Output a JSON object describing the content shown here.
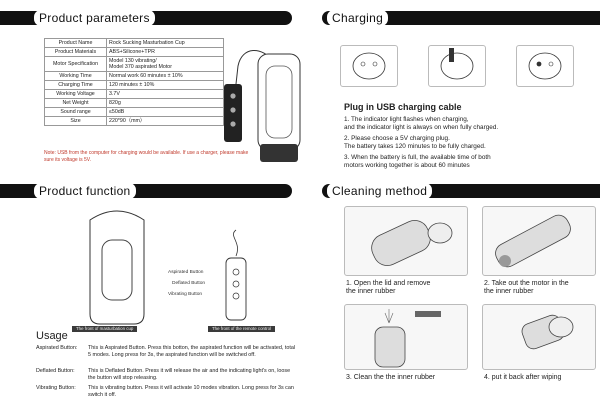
{
  "sections": {
    "params_title": "Product parameters",
    "charging_title": "Charging",
    "function_title": "Product function",
    "cleaning_title": "Cleaning method"
  },
  "params": [
    {
      "k": "Product    Name",
      "v": "Rock Sucking Masturbation Cup"
    },
    {
      "k": "Product  Materials",
      "v": "ABS+Silicone+TPR"
    },
    {
      "k": "Motor  Specification",
      "v": "Model 130 vibrating/\nModel 370 aspirated Motor"
    },
    {
      "k": "Working    Time",
      "v": "Normal work 60 minutes ± 10%"
    },
    {
      "k": "Charging    Time",
      "v": "120 minutes ± 10%"
    },
    {
      "k": "Working  Voltage",
      "v": "3.7V"
    },
    {
      "k": "Net Weight",
      "v": "820g"
    },
    {
      "k": "Sound range",
      "v": "≤50dB"
    },
    {
      "k": "Size",
      "v": "220*90（mm）"
    }
  ],
  "note": "Note: USB from the computer for charging would be available. If use a charger, please make sure its voltage is 5V.",
  "charging": {
    "plug_title": "Plug in USB charging cable",
    "steps": [
      "1. The indicator light flashes when charging,\n    and the indicator light is always on when fully charged.",
      "2. Please choose a 5V charging plug.\n    The battery takes 120 minutes to be fully charged.",
      "3. When the battery is full, the available time of both\n    motors working together is about 60 minutes"
    ]
  },
  "function": {
    "front_label": "The front of masturbation cup",
    "remote_label": "The front of the remote control",
    "buttons": [
      "Aspirated Button",
      "Deflated Button",
      "Vibrating Button"
    ],
    "usage_title": "Usage",
    "usage": [
      {
        "label": "Aspirated Button:",
        "desc": "This is Aspirated Button. Press this botton, the aspirated function will be activated, total 5 modes. Long press for 3s, the aspirated function will be switched off."
      },
      {
        "label": "Deflated Button:",
        "desc": "This is Deflated Button. Press it will release the air and the indicating light's on, loose the button will stop releasing."
      },
      {
        "label": "Vibrating Button:",
        "desc": "This is vibrating button. Press it will activate 10 modes vibration. Long press for 3s can switch it off."
      }
    ]
  },
  "cleaning": [
    "1. Open the lid and remove\n    the inner rubber",
    "2. Take out the motor in the\n    the inner rubber",
    "3. Clean the the inner rubber",
    "4. put it back after wiping"
  ],
  "colors": {
    "banner": "#111111",
    "note": "#c0392b"
  }
}
